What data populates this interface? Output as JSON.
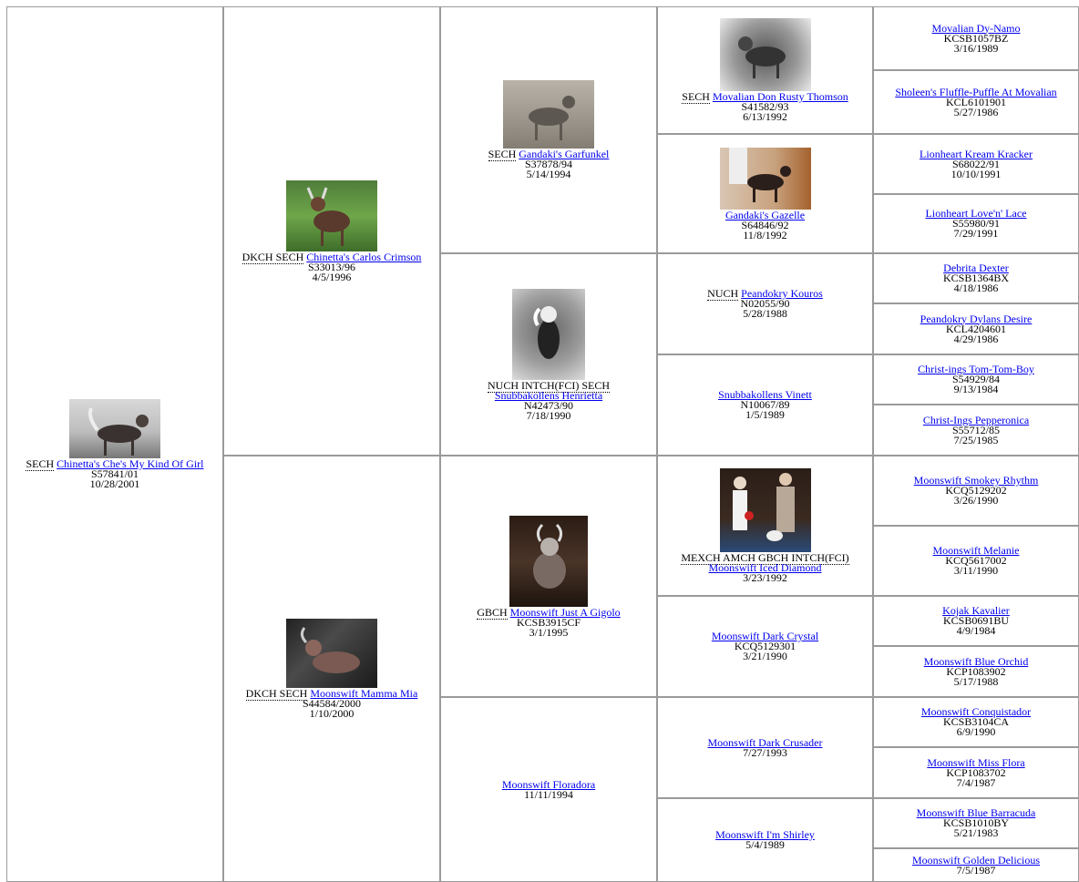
{
  "dogs": {
    "g0": {
      "titles": "SECH",
      "name": "Chinetta's Che's My Kind Of Girl",
      "reg": "S57841/01",
      "date": "10/28/2001",
      "photo": "photo-dog-grey-background"
    },
    "g1a": {
      "titles": "DKCH SECH",
      "name": "Chinetta's Carlos Crimson",
      "reg": "S33013/96",
      "date": "4/5/1996",
      "photo": "photo-dog-on-grass"
    },
    "g1b": {
      "titles": "DKCH SECH",
      "name": "Moonswift Mamma Mia",
      "reg": "S44584/2000",
      "date": "1/10/2000",
      "photo": "photo-dog-on-sofa"
    },
    "g2a": {
      "titles": "SECH",
      "name": "Gandaki's Garfunkel",
      "reg": "S37878/94",
      "date": "5/14/1994",
      "photo": "photo-dog-sepia"
    },
    "g2b": {
      "titles": "NUCH INTCH(FCI) SECH",
      "name": "Snubbakollens Henrietta",
      "reg": "N42473/90",
      "date": "7/18/1990",
      "photo": "photo-dog-bw"
    },
    "g2c": {
      "titles": "GBCH",
      "name": "Moonswift Just A Gigolo",
      "reg": "KCSB3915CF",
      "date": "3/1/1995",
      "photo": "photo-dog-held"
    },
    "g2d": {
      "titles": "",
      "name": "Moonswift Floradora",
      "reg": "",
      "date": "11/11/1994"
    },
    "g3a": {
      "titles": "SECH",
      "name": "Movalian Don Rusty Thomson",
      "reg": "S41582/93",
      "date": "6/13/1992",
      "photo": "photo-dog-vignette"
    },
    "g3b": {
      "titles": "",
      "name": "Gandaki's Gazelle",
      "reg": "S64846/92",
      "date": "11/8/1992",
      "photo": "photo-dog-brick-wall"
    },
    "g3c": {
      "titles": "NUCH",
      "name": "Peandokry Kouros",
      "reg": "N02055/90",
      "date": "5/28/1988"
    },
    "g3d": {
      "titles": "",
      "name": "Snubbakollens Vinett",
      "reg": "N10067/89",
      "date": "1/5/1989"
    },
    "g3e": {
      "titles": "MEXCH AMCH GBCH INTCH(FCI)",
      "name": "Moonswift Iced Diamond",
      "reg": "",
      "date": "3/23/1992",
      "photo": "photo-show-win"
    },
    "g3f": {
      "titles": "",
      "name": "Moonswift Dark Crystal",
      "reg": "KCQ5129301",
      "date": "3/21/1990"
    },
    "g3g": {
      "titles": "",
      "name": "Moonswift Dark Crusader",
      "reg": "",
      "date": "7/27/1993"
    },
    "g3h": {
      "titles": "",
      "name": "Moonswift I'm Shirley",
      "reg": "",
      "date": "5/4/1989"
    },
    "g4": [
      {
        "name": "Movalian Dy-Namo",
        "reg": "KCSB1057BZ",
        "date": "3/16/1989"
      },
      {
        "name": "Sholeen's Fluffle-Puffle At Movalian",
        "reg": "KCL6101901",
        "date": "5/27/1986"
      },
      {
        "name": "Lionheart Kream Kracker",
        "reg": "S68022/91",
        "date": "10/10/1991"
      },
      {
        "name": "Lionheart Love'n' Lace",
        "reg": "S55980/91",
        "date": "7/29/1991"
      },
      {
        "name": "Debrita Dexter",
        "reg": "KCSB1364BX",
        "date": "4/18/1986"
      },
      {
        "name": "Peandokry Dylans Desire",
        "reg": "KCL4204601",
        "date": "4/29/1986"
      },
      {
        "name": "Christ-ings Tom-Tom-Boy",
        "reg": "S54929/84",
        "date": "9/13/1984"
      },
      {
        "name": "Christ-Ings Pepperonica",
        "reg": "S55712/85",
        "date": "7/25/1985"
      },
      {
        "name": "Moonswift Smokey Rhythm",
        "reg": "KCQ5129202",
        "date": "3/26/1990"
      },
      {
        "name": "Moonswift Melanie",
        "reg": "KCQ5617002",
        "date": "3/11/1990"
      },
      {
        "name": "Kojak Kavalier",
        "reg": "KCSB0691BU",
        "date": "4/9/1984"
      },
      {
        "name": "Moonswift Blue Orchid",
        "reg": "KCP1083902",
        "date": "5/17/1988"
      },
      {
        "name": "Moonswift Conquistador",
        "reg": "KCSB3104CA",
        "date": "6/9/1990"
      },
      {
        "name": "Moonswift Miss Flora",
        "reg": "KCP1083702",
        "date": "7/4/1987"
      },
      {
        "name": "Moonswift Blue Barracuda",
        "reg": "KCSB1010BY",
        "date": "5/21/1983"
      },
      {
        "name": "Moonswift Golden Delicious",
        "reg": "",
        "date": "7/5/1987"
      }
    ]
  }
}
